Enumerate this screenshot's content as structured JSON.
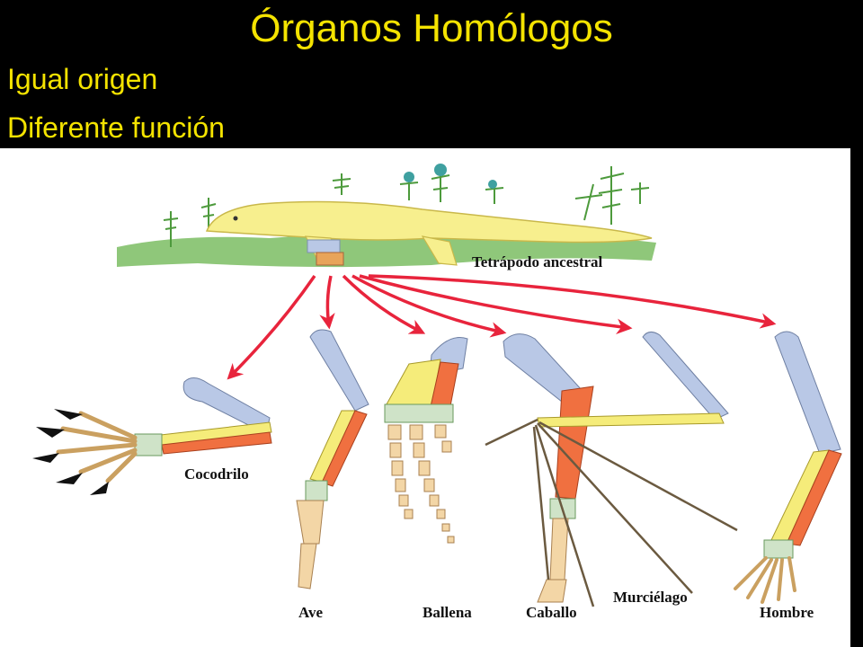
{
  "title": "Órganos Homólogos",
  "subtitle_lines": [
    "Igual origen",
    "Diferente función"
  ],
  "labels": {
    "ancestor": "Tetrápodo ancestral",
    "crocodile": "Cocodrilo",
    "bird": "Ave",
    "whale": "Ballena",
    "horse": "Caballo",
    "bat": "Murciélago",
    "human": "Hombre"
  },
  "colors": {
    "text_yellow": "#f4e300",
    "humerus_blue": "#b9c8e6",
    "radius_yellow": "#f5ec7a",
    "ulna_orange": "#f07040",
    "carpal_green": "#cfe3c8",
    "digit_tan": "#f3d6a6",
    "arrow_red": "#e8243c",
    "body_yellow": "#f7ef8e"
  }
}
